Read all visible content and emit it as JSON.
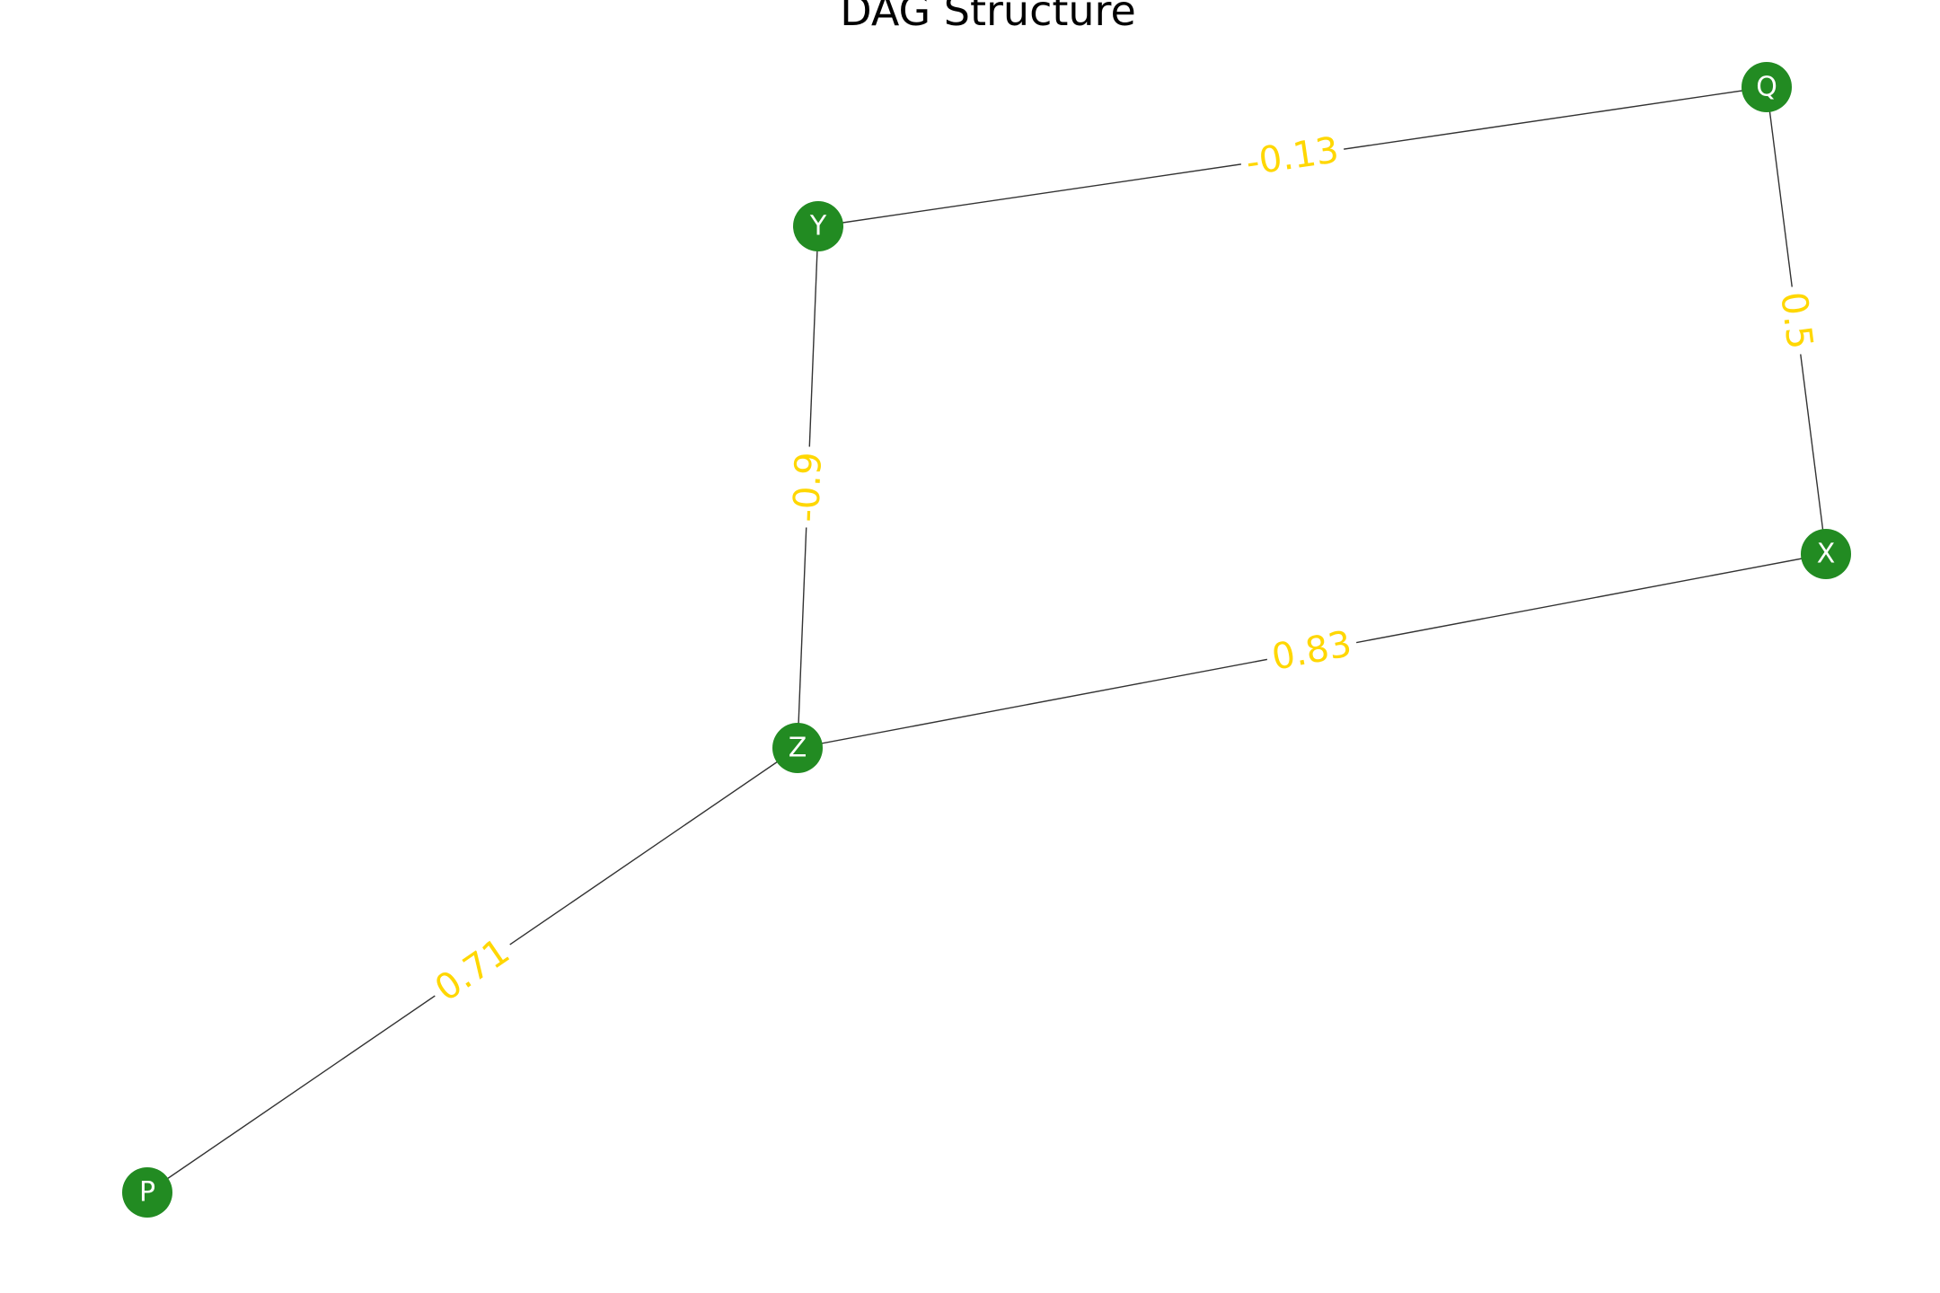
{
  "title": "DAG Structure",
  "colors": {
    "node_fill": "#228B22",
    "node_text": "#ffffff",
    "edge_stroke": "#333333",
    "edge_label": "#FFD700",
    "background": "#ffffff"
  },
  "nodes": [
    {
      "id": "Q",
      "label": "Q"
    },
    {
      "id": "Y",
      "label": "Y"
    },
    {
      "id": "X",
      "label": "X"
    },
    {
      "id": "Z",
      "label": "Z"
    },
    {
      "id": "P",
      "label": "P"
    }
  ],
  "edges": [
    {
      "source": "Y",
      "target": "Q",
      "weight": "-0.13"
    },
    {
      "source": "Q",
      "target": "X",
      "weight": "0.5"
    },
    {
      "source": "Y",
      "target": "Z",
      "weight": "-0.9"
    },
    {
      "source": "Z",
      "target": "X",
      "weight": "0.83"
    },
    {
      "source": "Z",
      "target": "P",
      "weight": "0.71"
    }
  ]
}
